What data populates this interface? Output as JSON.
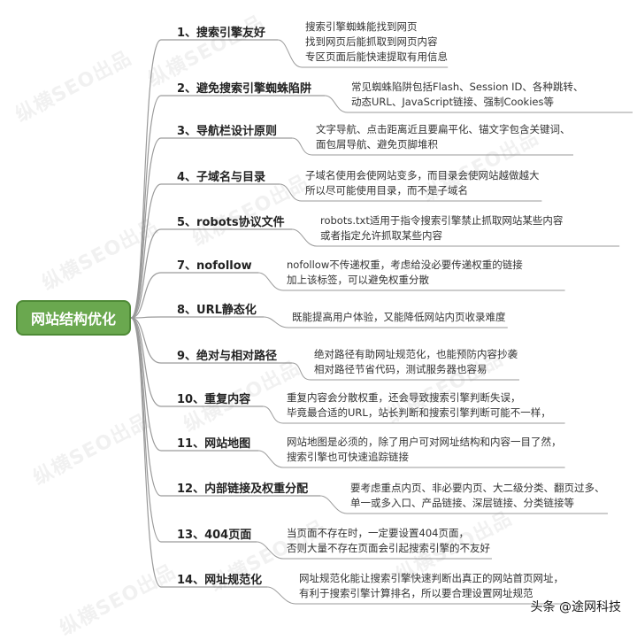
{
  "root": {
    "label": "网站结构优化"
  },
  "branches": [
    {
      "label": "1、搜索引擎友好",
      "details": [
        "搜索引擎蜘蛛能找到网页",
        "找到网页后能抓取到网页内容",
        "专区页面后能快速提取有用信息"
      ]
    },
    {
      "label": "2、避免搜索引擎蜘蛛陷阱",
      "details": [
        "常见蜘蛛陷阱包括Flash、Session ID、各种跳转、",
        "动态URL、JavaScript链接、强制Cookies等"
      ]
    },
    {
      "label": "3、导航栏设计原则",
      "details": [
        "文字导航、点击距离近且要扁平化、锚文字包含关键词、",
        "面包屑导航、避免页脚堆积"
      ]
    },
    {
      "label": "4、子域名与目录",
      "details": [
        "子域名使用会使网站变多，而目录会使网站越做越大",
        "所以尽可能使用目录，而不是子域名"
      ]
    },
    {
      "label": "5、robots协议文件",
      "details": [
        "robots.txt适用于指令搜索引擎禁止抓取网站某些内容",
        "或者指定允许抓取某些内容"
      ]
    },
    {
      "label": "7、nofollow",
      "details": [
        "nofollow不传递权重，考虑给没必要传递权重的链接",
        "加上该标签，可以避免权重分散"
      ]
    },
    {
      "label": "8、URL静态化",
      "details": [
        "既能提高用户体验，又能降低网站内页收录难度"
      ]
    },
    {
      "label": "9、绝对与相对路径",
      "details": [
        "绝对路径有助网址规范化，也能预防内容抄袭",
        "相对路径节省代码，测试服务器也容易"
      ]
    },
    {
      "label": "10、重复内容",
      "details": [
        "重复内容会分散权重，还会导致搜索引擎判断失误，",
        "毕竟最合适的URL，站长判断和搜索引擎判断可能不一样，"
      ]
    },
    {
      "label": "11、网站地图",
      "details": [
        "网站地图是必须的，除了用户可对网址结构和内容一目了然，",
        "搜索引擎也可快速追踪链接"
      ]
    },
    {
      "label": "12、内部链接及权重分配",
      "details": [
        "要考虑重点内页、非必要内页、大二级分类、翻页过多、",
        "单一或多入口、产品链接、深层链接、分类链接等"
      ]
    },
    {
      "label": "13、404页面",
      "details": [
        "当页面不存在时，一定要设置404页面，",
        "否则大量不存在页面会引起搜索引擎的不友好"
      ]
    },
    {
      "label": "14、网址规范化",
      "details": [
        "网址规范化能让搜索引擎快速判断出真正的网站首页网址，",
        "有利于搜索引擎计算排名，所以要合理设置网址规范"
      ]
    }
  ],
  "watermark": "纵横SEO出品",
  "footer": "头条 @途网科技",
  "colors": {
    "root_fill": "#6aa84f",
    "line": "#9a9a9a"
  }
}
